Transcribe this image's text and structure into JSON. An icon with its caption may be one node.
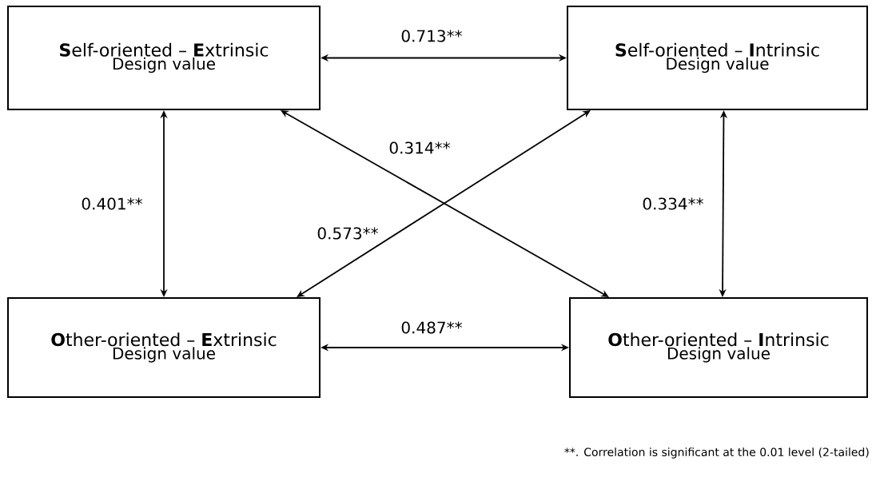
{
  "diagram": {
    "nodes": [
      {
        "text": [
          "**S**elf-oriented – **E**xtrinsic",
          "Design value"
        ]
      },
      {
        "text": [
          "**S**elf-oriented – **I**ntrinsic",
          "Design value"
        ]
      },
      {
        "text": [
          "**O**ther-oriented – **E**xtrinsic",
          "Design value"
        ]
      },
      {
        "text": [
          "**O**ther-oriented – **I**ntrinsic",
          "Design value"
        ]
      }
    ],
    "edges": [
      {
        "from": 0,
        "to": 1,
        "arrow": "both",
        "label": "0.713**"
      },
      {
        "from": 0,
        "to": 3,
        "arrow": "both",
        "label": "0.314**"
      },
      {
        "from": 1,
        "to": 2,
        "arrow": "both",
        "label": "0.573**"
      },
      {
        "from": 0,
        "to": 2,
        "arrow": "both",
        "label": "0.401**"
      },
      {
        "from": 1,
        "to": 3,
        "arrow": "both",
        "label": "0.334**"
      },
      {
        "from": 2,
        "to": 3,
        "arrow": "both",
        "label": "0.487**"
      }
    ],
    "labels": [
      "**. Correlation is significant at the 0.01 level (2-tailed)"
    ]
  }
}
